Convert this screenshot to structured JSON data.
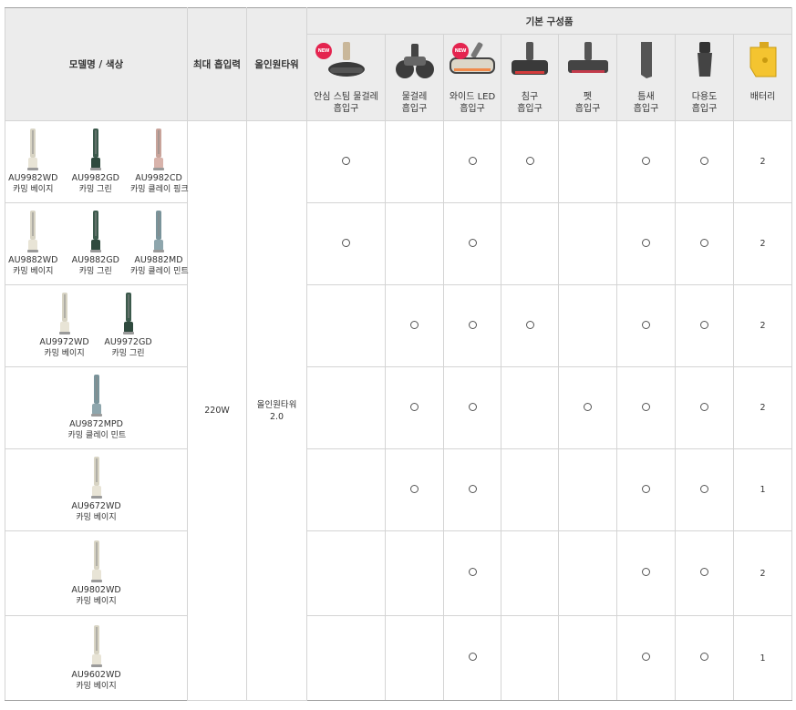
{
  "headers": {
    "model_color": "모델명 / 색상",
    "max_power": "최대 흡입력",
    "all_in_one": "올인원타워",
    "components": "기본 구성품"
  },
  "parts": [
    {
      "label": "안심 스팀 물걸레\n흡입구",
      "is_new": true,
      "icon": "steam-mop-nozzle-icon"
    },
    {
      "label": "물걸레\n흡입구",
      "is_new": false,
      "icon": "wet-mop-nozzle-icon"
    },
    {
      "label": "와이드 LED\n흡입구",
      "is_new": true,
      "icon": "wide-led-nozzle-icon"
    },
    {
      "label": "침구\n흡입구",
      "is_new": false,
      "icon": "bedding-nozzle-icon"
    },
    {
      "label": "펫\n흡입구",
      "is_new": false,
      "icon": "pet-nozzle-icon"
    },
    {
      "label": "틈새\n흡입구",
      "is_new": false,
      "icon": "crevice-nozzle-icon"
    },
    {
      "label": "다용도\n흡입구",
      "is_new": false,
      "icon": "multipurpose-nozzle-icon"
    },
    {
      "label": "배터리",
      "is_new": false,
      "icon": "battery-icon"
    }
  ],
  "new_badge": "NEW",
  "check_mark": "○",
  "shared": {
    "max_power": "220W",
    "all_in_one": "올인원타워\n2.0"
  },
  "rows": [
    {
      "models": [
        {
          "code": "AU9982WD",
          "color": "카밍 베이지",
          "body_color": "#e8e4d6",
          "stick_color": "#d8d4c4"
        },
        {
          "code": "AU9982GD",
          "color": "카밍 그린",
          "body_color": "#2f4a3e",
          "stick_color": "#3c5a4c"
        },
        {
          "code": "AU9982CD",
          "color": "카밍 클레이 핑크",
          "body_color": "#d8b3ab",
          "stick_color": "#c9a49b"
        }
      ],
      "checks": [
        true,
        false,
        true,
        true,
        false,
        true,
        true
      ],
      "battery": "2"
    },
    {
      "models": [
        {
          "code": "AU9882WD",
          "color": "카밍 베이지",
          "body_color": "#e8e4d6",
          "stick_color": "#d8d4c4"
        },
        {
          "code": "AU9882GD",
          "color": "카밍 그린",
          "body_color": "#2f4a3e",
          "stick_color": "#3c5a4c"
        },
        {
          "code": "AU9882MD",
          "color": "카밍 클레이 민트",
          "body_color": "#8ea6ad",
          "stick_color": "#7a949b"
        }
      ],
      "checks": [
        true,
        false,
        true,
        false,
        false,
        true,
        true
      ],
      "battery": "2"
    },
    {
      "models": [
        {
          "code": "AU9972WD",
          "color": "카밍 베이지",
          "body_color": "#e8e4d6",
          "stick_color": "#d8d4c4"
        },
        {
          "code": "AU9972GD",
          "color": "카밍 그린",
          "body_color": "#2f4a3e",
          "stick_color": "#3c5a4c"
        }
      ],
      "checks": [
        false,
        true,
        true,
        true,
        false,
        true,
        true
      ],
      "battery": "2"
    },
    {
      "models": [
        {
          "code": "AU9872MPD",
          "color": "카밍 클레이 민트",
          "body_color": "#8ea6ad",
          "stick_color": "#7a949b"
        }
      ],
      "checks": [
        false,
        true,
        true,
        false,
        true,
        true,
        true
      ],
      "battery": "2"
    },
    {
      "models": [
        {
          "code": "AU9672WD",
          "color": "카밍 베이지",
          "body_color": "#e8e4d6",
          "stick_color": "#d8d4c4"
        }
      ],
      "checks": [
        false,
        true,
        true,
        false,
        false,
        true,
        true
      ],
      "battery": "1"
    },
    {
      "models": [
        {
          "code": "AU9802WD",
          "color": "카밍 베이지",
          "body_color": "#e8e4d6",
          "stick_color": "#d8d4c4"
        }
      ],
      "checks": [
        false,
        false,
        true,
        false,
        false,
        true,
        true
      ],
      "battery": "2"
    },
    {
      "models": [
        {
          "code": "AU9602WD",
          "color": "카밍 베이지",
          "body_color": "#e8e4d6",
          "stick_color": "#d8d4c4"
        }
      ],
      "checks": [
        false,
        false,
        true,
        false,
        false,
        true,
        true
      ],
      "battery": "1"
    }
  ],
  "colors": {
    "header_bg": "#ececec",
    "border": "#d4d4d4",
    "new_badge": "#e4244f",
    "battery_yellow": "#f4c430"
  }
}
